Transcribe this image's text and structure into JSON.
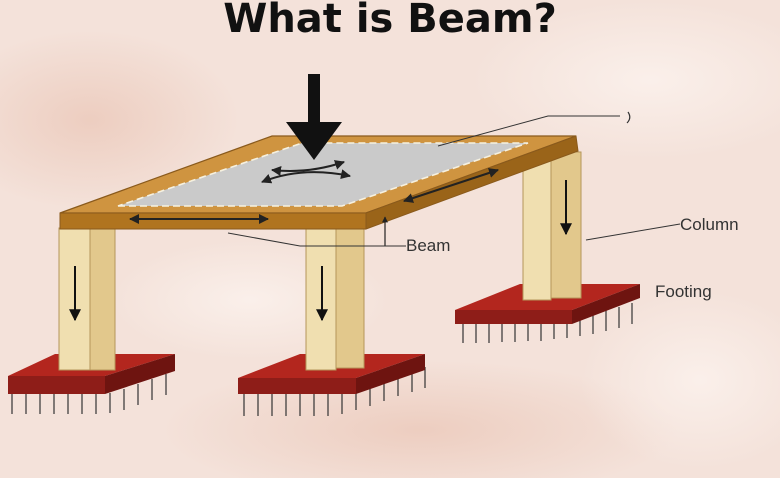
{
  "title": "What is Beam?",
  "labels": {
    "beam": "Beam",
    "column": "Column",
    "footing": "Footing"
  },
  "colors": {
    "background": "#f4e2da",
    "beam": "#c98a2e",
    "slab": "#c9c9c9",
    "column": "#f0dfb0",
    "footing": "#8e1d18"
  }
}
